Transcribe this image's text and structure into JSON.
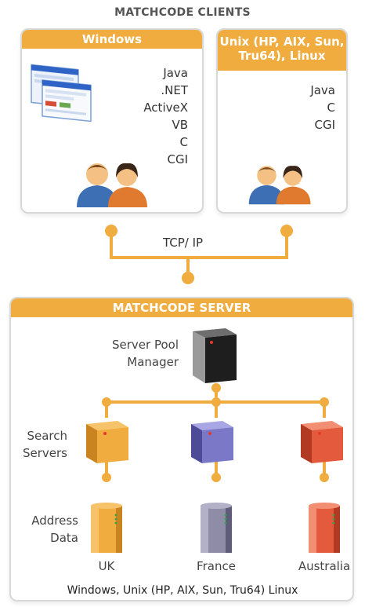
{
  "clients": {
    "title": "MATCHCODE CLIENTS",
    "windows": {
      "header": "Windows",
      "languages": [
        "Java",
        ".NET",
        "ActiveX",
        "VB",
        "C",
        "CGI"
      ]
    },
    "unix": {
      "header_line1": "Unix (HP, AIX, Sun,",
      "header_line2": "Tru64), Linux",
      "languages": [
        "Java",
        "C",
        "CGI"
      ]
    }
  },
  "network": {
    "label": "TCP/ IP"
  },
  "server": {
    "header": "MATCHCODE SERVER",
    "pool_manager_line1": "Server Pool",
    "pool_manager_line2": "Manager",
    "search_servers_line1": "Search",
    "search_servers_line2": "Servers",
    "address_data_line1": "Address",
    "address_data_line2": "Data",
    "countries": [
      "UK",
      "France",
      "Australia"
    ],
    "footer": "Windows, Unix (HP, AIX, Sun, Tru64) Linux"
  },
  "colors": {
    "accent": "#f0ac3f",
    "uk": "#f0ac3f",
    "france": "#7b78c8",
    "australia": "#e45a3c",
    "pool_manager": "#2b2b2b"
  }
}
